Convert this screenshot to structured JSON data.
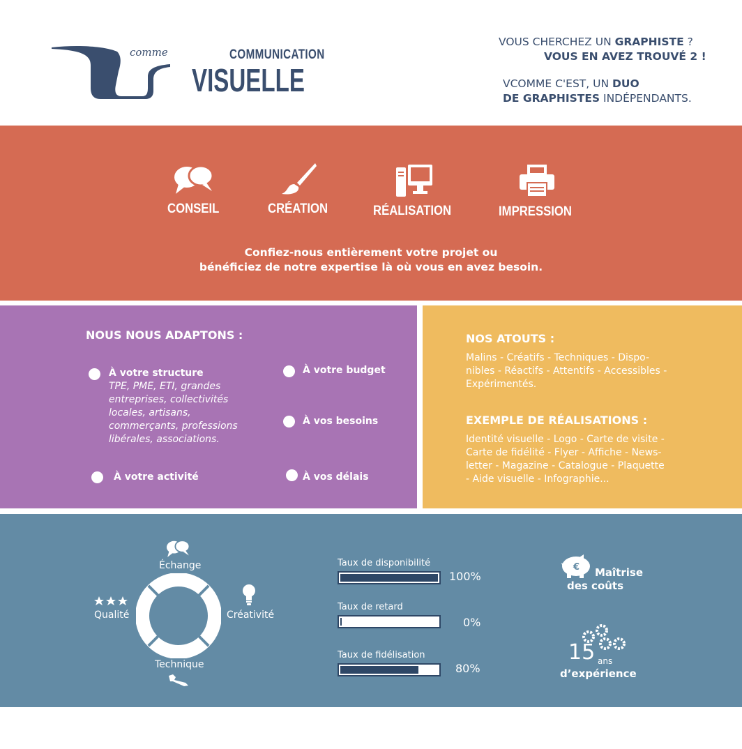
{
  "header": {
    "logo_comme": "comme",
    "logo_communication": "COMMUNICATION",
    "logo_visuelle": "VISUELLE",
    "tagline_line1_pre": "VOUS CHERCHEZ UN ",
    "tagline_line1_bold": "GRAPHISTE",
    "tagline_line1_post": " ?",
    "tagline_line2": "VOUS EN AVEZ TROUVÉ 2 !",
    "tagline_line3_pre": "VCOMME C'EST, UN ",
    "tagline_line3_bold": "DUO",
    "tagline_line4_bold": "DE GRAPHISTES",
    "tagline_line4_post": " INDÉPENDANTS."
  },
  "services": {
    "items": [
      {
        "label": "CONSEIL",
        "icon": "speech-bubbles-icon"
      },
      {
        "label": "CRÉATION",
        "icon": "paintbrush-icon"
      },
      {
        "label": "RÉALISATION",
        "icon": "computer-icon"
      },
      {
        "label": "IMPRESSION",
        "icon": "printer-icon"
      }
    ],
    "intro_line1": "Confiez-nous entièrement votre projet ou",
    "intro_line2": "bénéficiez de notre expertise là où vous en avez besoin."
  },
  "adapt": {
    "title": "NOUS NOUS ADAPTONS :",
    "structure_label": "À votre structure",
    "structure_desc": "TPE, PME, ETI, grandes entreprises, collectivités locales, artisans, commerçants, professions libérales, associations.",
    "budget_label": "À votre budget",
    "besoins_label": "À vos besoins",
    "activite_label": "À votre activité",
    "delais_label": "À vos délais"
  },
  "atouts": {
    "title": "NOS ATOUTS :",
    "text_line1": "Malins - Créatifs - Techniques - Dispo-",
    "text_line2": "nibles - Réactifs - Attentifs - Accessibles -",
    "text_line3": "Expérimentés.",
    "examples_title": "EXEMPLE DE RÉALISATIONS :",
    "examples_line1": "Identité visuelle - Logo - Carte de visite -",
    "examples_line2": "Carte de fidélité - Flyer - Affiche - News-",
    "examples_line3": "letter - Magazine - Catalogue - Plaquette",
    "examples_line4": "- Aide visuelle - Infographie..."
  },
  "stats": {
    "wheel": {
      "echange": "Échange",
      "creativite": "Créativité",
      "technique": "Technique",
      "qualite": "Qualité"
    },
    "bars": [
      {
        "label": "Taux de disponibilité",
        "value_text": "100%",
        "fraction": 1.0
      },
      {
        "label": "Taux de retard",
        "value_text": "0%",
        "fraction": 0.0
      },
      {
        "label": "Taux de fidélisation",
        "value_text": "80%",
        "fraction": 0.8
      }
    ],
    "cost_line1": "Maîtrise",
    "cost_line2": "des coûts",
    "years_number": "15",
    "years_unit": "ans",
    "years_label": "d’expérience"
  },
  "colors": {
    "navy": "#3a4e6e",
    "orange": "#d56b53",
    "purple": "#a874b4",
    "yellow": "#efbb5f",
    "blue": "#638ba5",
    "bar_fill": "#2e4766"
  }
}
